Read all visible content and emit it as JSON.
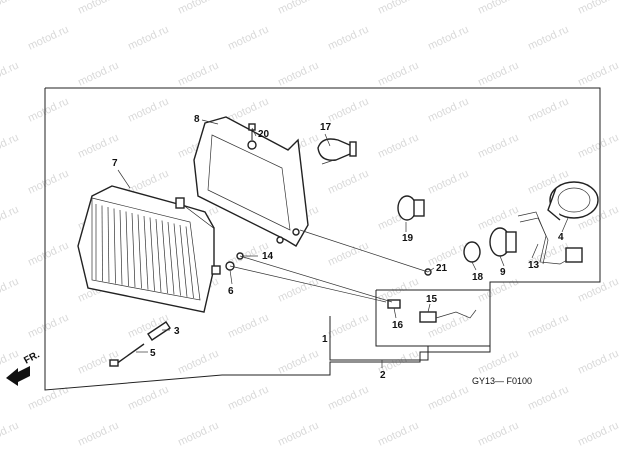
{
  "watermark": "motod.ru",
  "diagram_code": "GY13— F0100",
  "direction_label": "FR.",
  "callouts": {
    "c1": "1",
    "c2": "2",
    "c3": "3",
    "c4": "4",
    "c5": "5",
    "c6": "6",
    "c7": "7",
    "c8": "8",
    "c9": "9",
    "c13": "13",
    "c14": "14",
    "c15": "15",
    "c16": "16",
    "c17": "17",
    "c18": "18",
    "c19": "19",
    "c20": "20",
    "c21": "21"
  },
  "colors": {
    "line": "#222222",
    "watermark": "#d9d9d9",
    "arrow": "#111111"
  }
}
